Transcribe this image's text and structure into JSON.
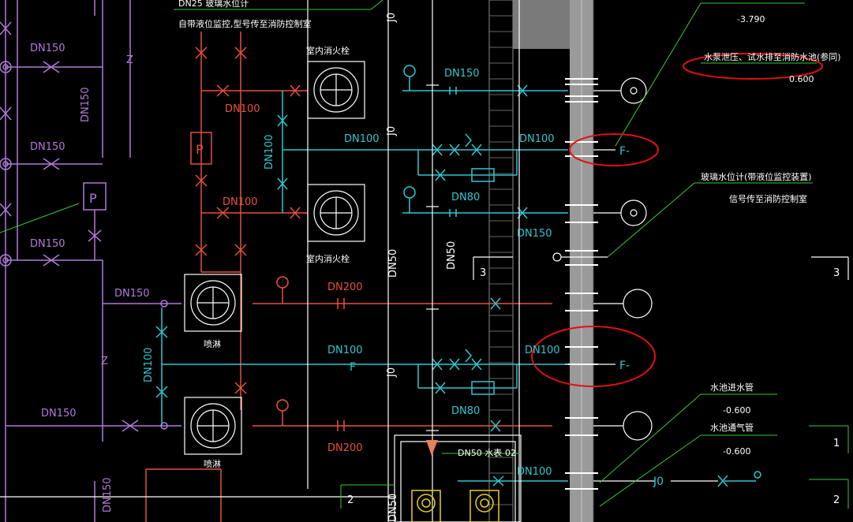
{
  "colors": {
    "background": "#000000",
    "purple_pipe": "#b07ad8",
    "red_pipe": "#e8503a",
    "cyan_pipe": "#2fc7d0",
    "white": "#ffffff",
    "green_leader": "#33cc33",
    "gray_wall": "#8a8a8a",
    "highlight_ellipse": "#e01010",
    "gauge_yellow": "#e8d020"
  },
  "top_texts": {
    "top_note": "DN25 玻璃水位计",
    "level_control_note": "自带液位监控,型号传至消防控制室",
    "elevation_top": "-3.790",
    "test_note": "水泵泄压、试水排至消防水池(参同)",
    "elevation_zero": "0.600",
    "glass_gauge_note": "玻璃水位计(带液位监控装置)",
    "signal_note": "信号传至消防控制室",
    "pool_inlet": "水池进水管",
    "pool_inlet_elev": "-0.600",
    "pool_vent": "水池通气管",
    "pool_vent_elev": "-0.600",
    "meter_label": "DN50 水表",
    "meter_num": "02"
  },
  "pump_labels": {
    "indoor_hydrant_1": "室内消火栓",
    "indoor_hydrant_2": "室内消火栓",
    "sprinkler_1": "喷淋",
    "sprinkler_2": "喷淋"
  },
  "pipe_labels": {
    "p_dn150_a": "DN150",
    "p_dn150_b": "DN150",
    "p_dn150_c": "DN150",
    "p_dn150_vert": "DN150",
    "p_z_1": "Z",
    "p_z_2": "Z",
    "p_dn150_left": "DN150",
    "p_dn150_bottom": "DN150",
    "p_dn150_vert_bottom": "DN150",
    "r_dn100_a": "DN100",
    "r_dn100_b": "DN100",
    "r_dn200_a": "DN200",
    "r_dn200_b": "DN200",
    "c_dn100_vert": "DN100",
    "c_dn100_h": "DN100",
    "c_dn100_h2": "DN100",
    "c_dn100_vert2": "DN100",
    "c_dn150_top": "DN150",
    "c_dn100_right": "DN100",
    "c_dn80_a": "DN80",
    "c_dn150_mid": "DN150",
    "c_dn100_right2": "DN100",
    "c_dn80_b": "DN80",
    "c_dn100_bottom": "DN100",
    "w_jo_1": "J0",
    "w_jo_2": "J0",
    "w_jo_3": "J0",
    "w_dn50_a": "DN50",
    "w_dn50_b": "DN50",
    "w_dn50_c": "DN50",
    "w_f_mid": "F",
    "w_f_right1": "F-",
    "w_f_right2": "F-",
    "w_j_right": "J0",
    "tag_3a": "3",
    "tag_3b": "3",
    "tag_1": "1",
    "tag_2a": "2",
    "tag_2b": "2",
    "p_label": "P",
    "p_label2": "P"
  }
}
